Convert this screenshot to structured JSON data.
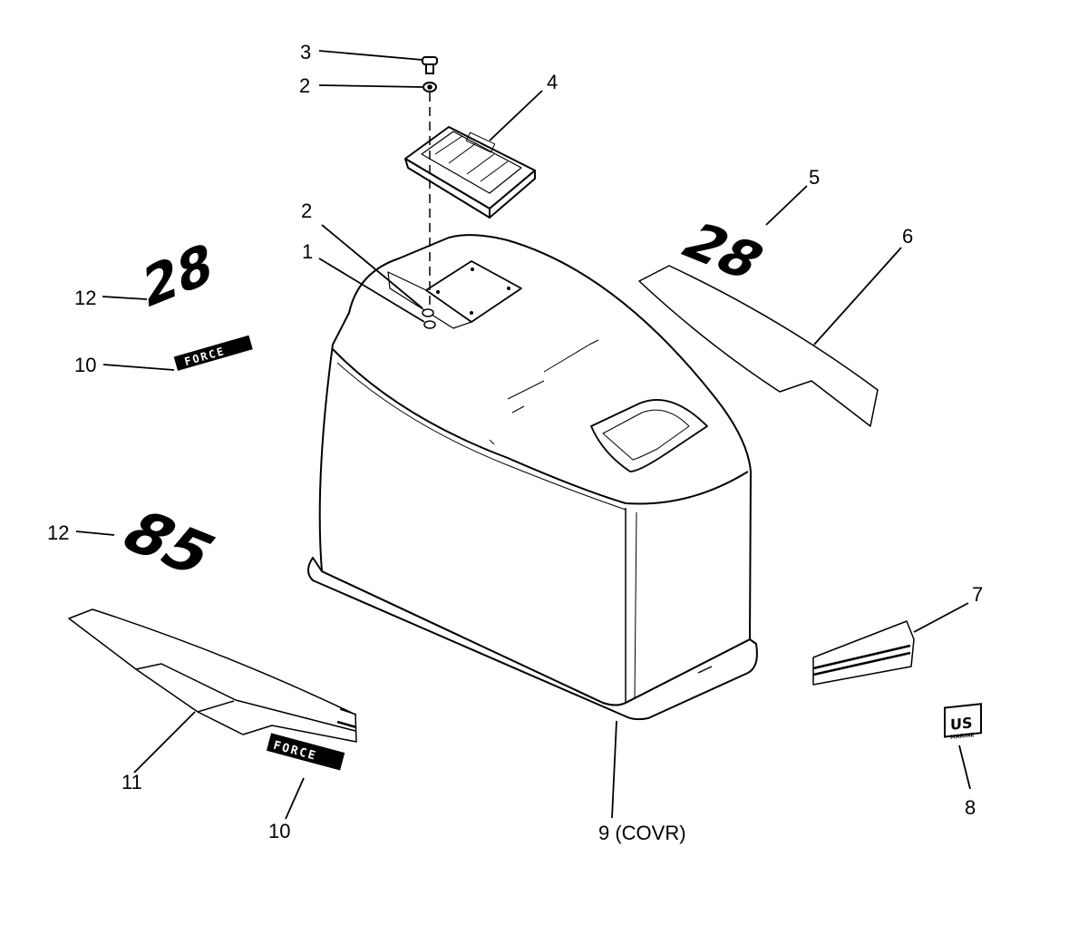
{
  "callouts": {
    "c1": "1",
    "c2a": "2",
    "c2b": "2",
    "c3": "3",
    "c4": "4",
    "c5": "5",
    "c6": "6",
    "c7": "7",
    "c8": "8",
    "c9": "9 (COVR)",
    "c10a": "10",
    "c10b": "10",
    "c11": "11",
    "c12a": "12",
    "c12b": "12"
  },
  "decals": {
    "hp_top": "28",
    "hp_left": "28",
    "hp_85": "85",
    "force_label": "FORCE",
    "force_small": "FORCE",
    "us_marine": "US",
    "us_marine_sub": "MARINE"
  }
}
